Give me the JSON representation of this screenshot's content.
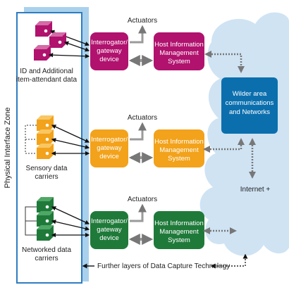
{
  "zone_label": "Physical Interface Zone",
  "device_groups": [
    {
      "name": "ID and Additional item-attendant data",
      "label_lines": [
        "ID and Additional",
        "item-attendant data"
      ],
      "color": "#b0126e",
      "color_light": "#d46aa6"
    },
    {
      "name": "Sensory data carriers",
      "label_lines": [
        "Sensory data",
        "carriers"
      ],
      "color": "#f2a21b",
      "color_light": "#f8c763"
    },
    {
      "name": "Networked data carriers",
      "label_lines": [
        "Networked data",
        "carriers"
      ],
      "color": "#1f7a3a",
      "color_light": "#4fa765"
    }
  ],
  "interrogator_lines": [
    "Interrogator/",
    "gateway",
    "device"
  ],
  "host_lines": [
    "Host Information",
    "Management",
    "System"
  ],
  "actuators_label": "Actuators",
  "cloud_lines": [
    "Wilder area",
    "communications",
    "and Networks"
  ],
  "cloud_box_color": "#0b6fae",
  "cloud_color": "#cfe3f3",
  "internet_label": "Internet +",
  "further_layers_label": "Further layers of Data Capture Technology"
}
